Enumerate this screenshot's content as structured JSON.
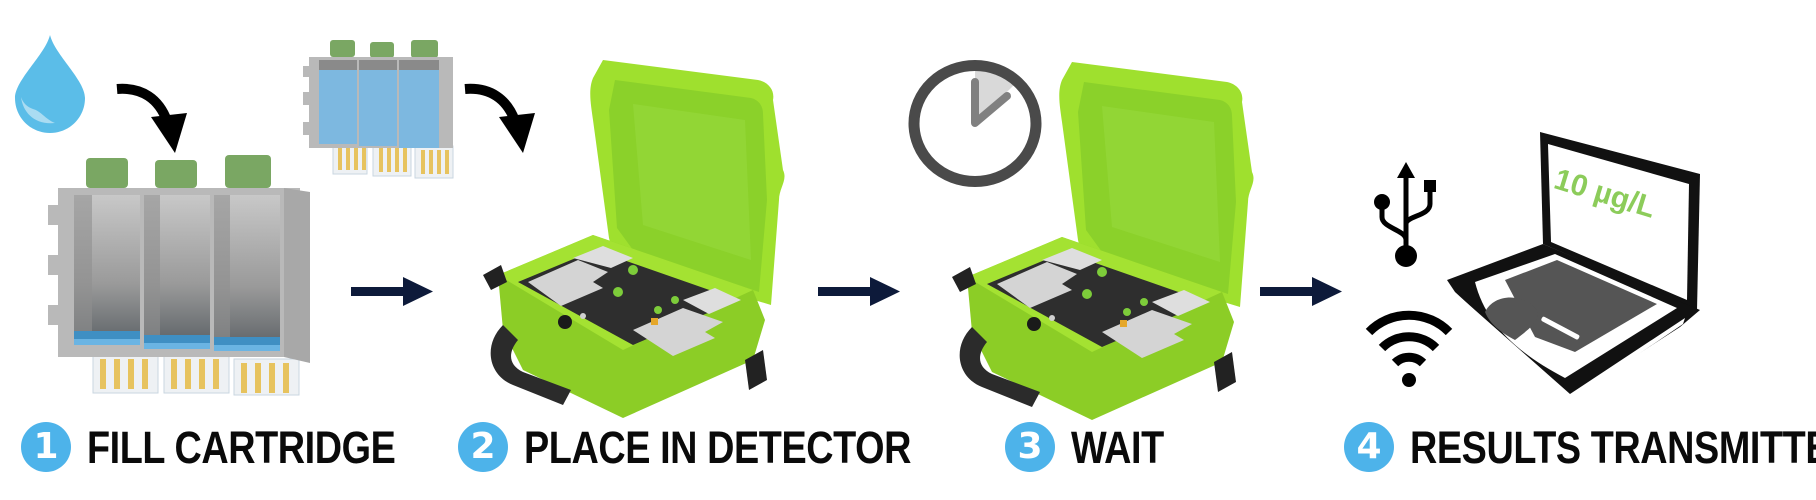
{
  "colors": {
    "step_badge": "#4db3ea",
    "flow_arrow": "#0d1a3a",
    "case_green": "#9fe02e",
    "water_blue": "#5bbde8",
    "result_green": "#8ccc5a",
    "clock_gray": "#4a4a4a"
  },
  "steps": [
    {
      "number": "1",
      "label": "FILL CARTRIDGE",
      "icons": [
        "water-drop-icon",
        "curved-arrow-icon",
        "empty-cartridge"
      ]
    },
    {
      "number": "2",
      "label": "PLACE IN DETECTOR",
      "icons": [
        "filled-cartridge",
        "curved-arrow-icon",
        "detector-case"
      ]
    },
    {
      "number": "3",
      "label": "WAIT",
      "icons": [
        "clock-icon",
        "detector-case"
      ]
    },
    {
      "number": "4",
      "label": "RESULTS TRANSMITTED",
      "icons": [
        "usb-icon",
        "wifi-icon",
        "laptop-icon"
      ]
    }
  ],
  "laptop_screen": {
    "reading": "10 µg/L"
  },
  "flow_arrows": 3
}
